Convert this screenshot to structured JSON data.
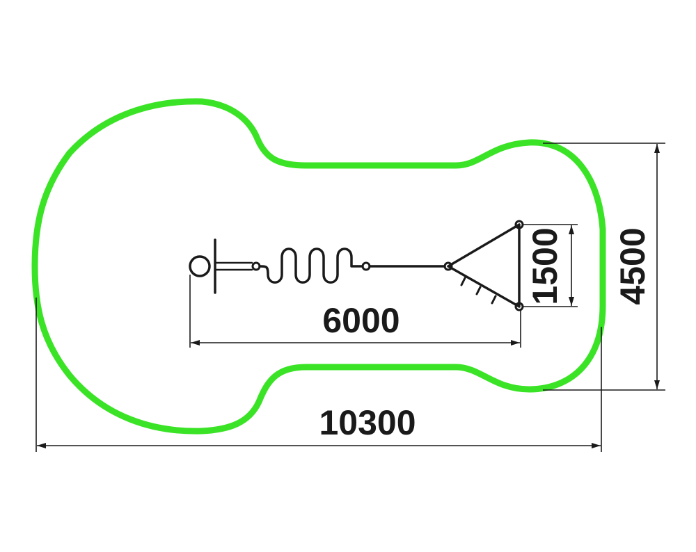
{
  "colors": {
    "zone_outline": "#3be326",
    "ink": "#1a1a1a"
  },
  "dimensions": {
    "overall_length": "10300",
    "overall_width": "4500",
    "equipment_length": "6000",
    "equipment_width": "1500"
  }
}
